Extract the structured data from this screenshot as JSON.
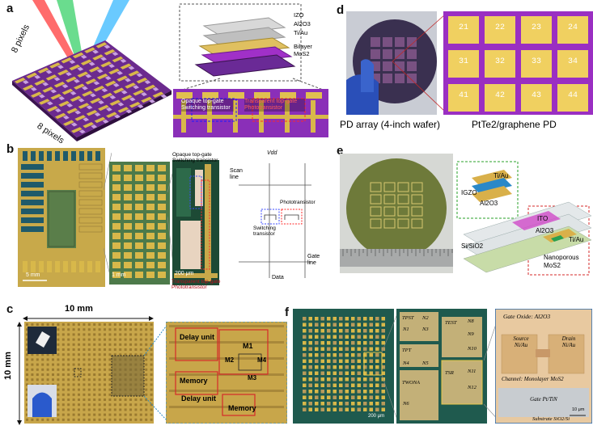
{
  "panels": {
    "a": {
      "label": "a",
      "pixels_left": "8 pixels",
      "pixels_bottom": "8 pixels",
      "stack_layers": [
        "IZO",
        "Al2O3",
        "Ti/Au",
        "Bilayer",
        "MoS2"
      ],
      "opaque_label": "Opaque top-gate Switching transistor",
      "transparent_label": "Transparent top-gate Phototransistor"
    },
    "b": {
      "label": "b",
      "scale_left": "5 mm",
      "scale_mid": "1 mm",
      "scale_right": "200 μm",
      "opaque_label": "Opaque top-gate Switching transistor",
      "transparent_label": "Transparent top-gate Phototransistor",
      "vdd": "Vdd",
      "scan_line": "Scan line",
      "phototransistor": "Phototransistor",
      "switching_transistor": "Switching transistor",
      "gate_line": "Gate line",
      "data": "Data"
    },
    "c": {
      "label": "c",
      "width": "10 mm",
      "height": "10 mm",
      "delay_unit_1": "Delay unit",
      "delay_unit_2": "Delay unit",
      "memory_1": "Memory",
      "memory_2": "Memory",
      "m1": "M1",
      "m2": "M2",
      "m3": "M3",
      "m4": "M4"
    },
    "d": {
      "label": "d",
      "caption_left": "PD array (4-inch wafer)",
      "caption_right": "PtTe2/graphene PD",
      "pixel_ids": [
        "21",
        "22",
        "23",
        "24",
        "31",
        "32",
        "33",
        "34",
        "41",
        "42",
        "43",
        "44"
      ]
    },
    "e": {
      "label": "e",
      "tiau_top": "Ti/Au",
      "igzo": "IGZO",
      "al2o3_left": "Al2O3",
      "ito": "ITO",
      "al2o3_right": "Al2O3",
      "tiau_right": "Ti/Au",
      "substrate": "Si/SiO2",
      "nanoporous": "Nanoporous",
      "mos2": "MoS2"
    },
    "f": {
      "label": "f",
      "scale_left": "200 μm",
      "cells_left": [
        "TPST",
        "N1",
        "N2",
        "N3",
        "TPT",
        "N4",
        "N5",
        "TWONA",
        "N6"
      ],
      "cells_right": [
        "TEST",
        "N8",
        "N9",
        "N10",
        "TSR",
        "N11",
        "N12"
      ],
      "gate_oxide": "Gate Oxide: Al2O3",
      "source": "Source Ni/Au",
      "drain": "Drain Ni/Au",
      "channel": "Channel: Monolayer MoS2",
      "gate": "Gate Pt/TiN",
      "substrate": "Substrate SiO2/Si",
      "scale_right": "10 μm"
    }
  },
  "colors": {
    "gold": "#d8b84a",
    "purple": "#8a2fb8",
    "green_chip": "#2f5d3f",
    "teal": "#1c6b6e",
    "red_dash": "#d42a2a",
    "blue_dash": "#2a4bd4",
    "green_dash": "#2aa02a"
  }
}
